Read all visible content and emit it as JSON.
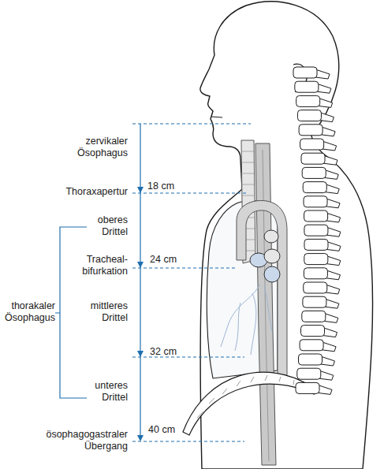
{
  "diagram": {
    "labels": [
      "zervikaler Ösophagus",
      "18 cm",
      "Thoraxapertur",
      "oberes Drittel",
      "Tracheal- bifurkation",
      "24 cm",
      "thorakaler Ösophagus",
      "mittleres Drittel",
      "32 cm",
      "unteres Drittel",
      "40 cm",
      "ösophagogastraler Übergang"
    ]
  }
}
